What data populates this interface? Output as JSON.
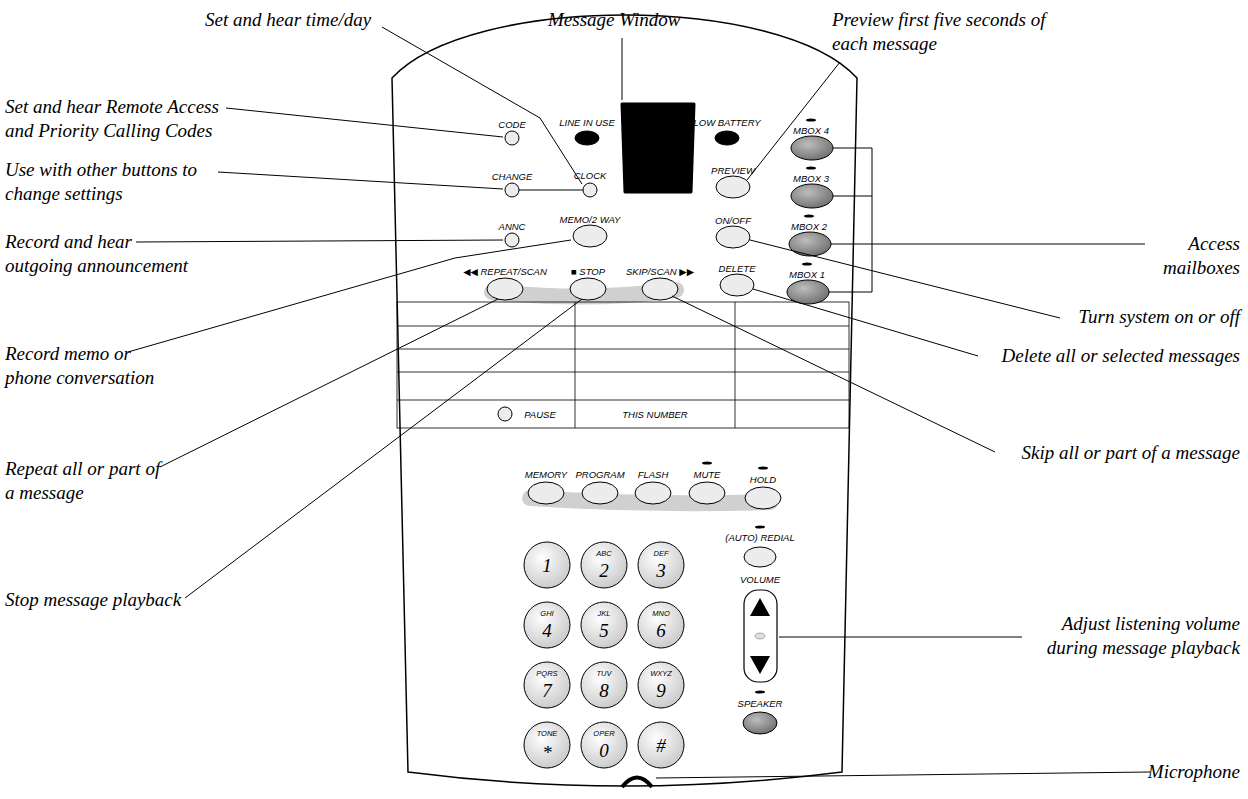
{
  "diagram": {
    "labels": [
      "Set and hear time/day",
      "Message Window",
      "Preview first five seconds of each message",
      "Set and hear Remote Access and Priority Calling Codes",
      "Use with other buttons to change settings",
      "Record and hear outgoing announcement",
      "Access mailboxes",
      "Record memo or phone conversation",
      "Turn system on or off",
      "Delete all or selected messages",
      "Repeat all or part of a message",
      "Skip all or part of a message",
      "Stop message playback",
      "Adjust listening volume during message playback",
      "Microphone",
      "CODE",
      "CHANGE",
      "ANNC",
      "LINE IN USE",
      "CLOCK",
      "MEMO/2 WAY",
      "LOW BATTERY",
      "PREVIEW",
      "ON/OFF",
      "DELETE",
      "MBOX 4",
      "MBOX 3",
      "MBOX 2",
      "MBOX 1",
      "◀◀ REPEAT/SCAN",
      "■ STOP",
      "SKIP/SCAN ▶▶",
      "PAUSE",
      "THIS NUMBER",
      "MEMORY",
      "PROGRAM",
      "FLASH",
      "MUTE",
      "HOLD",
      "(AUTO) REDIAL",
      "VOLUME",
      "SPEAKER",
      "1",
      "ABC",
      "2",
      "DEF",
      "3",
      "GHI",
      "4",
      "JKL",
      "5",
      "MNO",
      "6",
      "PQRS",
      "7",
      "TUV",
      "8",
      "WXYZ",
      "9",
      "TONE",
      "*",
      "OPER",
      "0",
      "#"
    ]
  }
}
